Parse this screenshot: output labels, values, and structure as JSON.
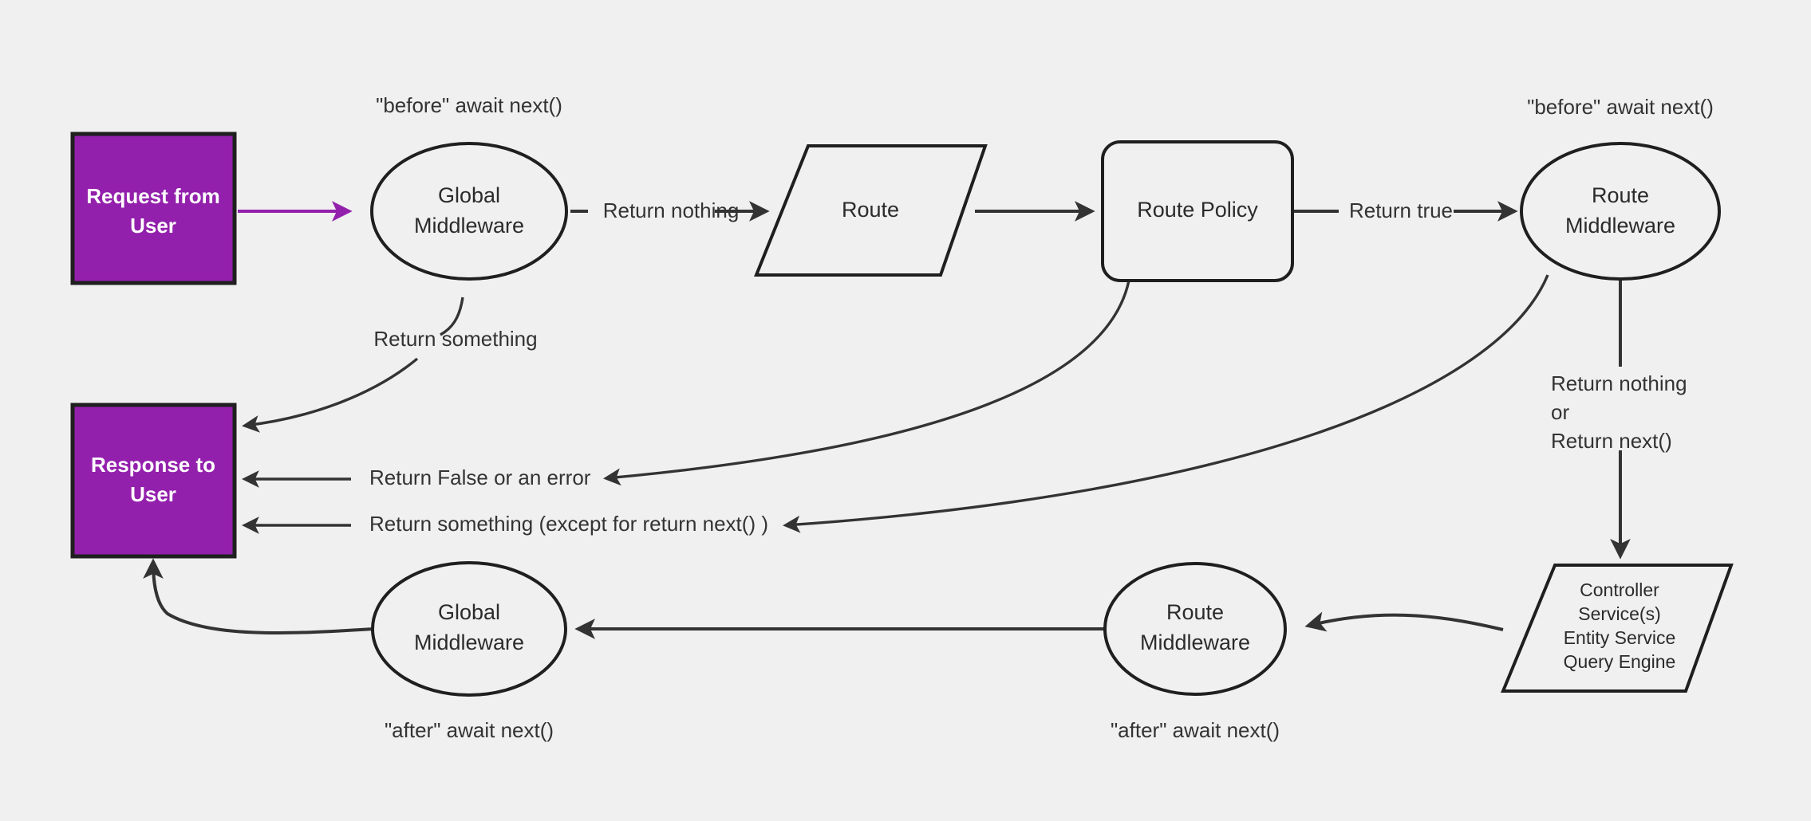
{
  "diagram": {
    "background_color": "#f0f0f0",
    "accent_color": "#9320ac",
    "line_color": "#333333",
    "text_color": "#333333",
    "nodes": {
      "request_from_user": {
        "label_line1": "Request from",
        "label_line2": "User",
        "shape": "rectangle",
        "fill": "#9320ac"
      },
      "response_to_user": {
        "label_line1": "Response to",
        "label_line2": "User",
        "shape": "rectangle",
        "fill": "#9320ac"
      },
      "global_middleware_before": {
        "label_line1": "Global",
        "label_line2": "Middleware",
        "shape": "ellipse"
      },
      "route": {
        "label": "Route",
        "shape": "parallelogram"
      },
      "route_policy": {
        "label": "Route Policy",
        "shape": "rounded-rectangle"
      },
      "route_middleware_before": {
        "label_line1": "Route",
        "label_line2": "Middleware",
        "shape": "ellipse"
      },
      "controller_services": {
        "shape": "parallelogram",
        "label_line1": "Controller",
        "label_line2": "Service(s)",
        "label_line3": "Entity Service",
        "label_line4": "Query Engine"
      },
      "route_middleware_after": {
        "label_line1": "Route",
        "label_line2": "Middleware",
        "shape": "ellipse"
      },
      "global_middleware_after": {
        "label_line1": "Global",
        "label_line2": "Middleware",
        "shape": "ellipse"
      }
    },
    "captions": {
      "global_before": "\"before\" await next()",
      "route_middleware_before": "\"before\" await next()",
      "global_after": "\"after\" await next()",
      "route_middleware_after": "\"after\" await next()"
    },
    "edge_labels": {
      "return_nothing": "Return nothing",
      "return_true": "Return true",
      "return_something": "Return something",
      "return_false_or_error": "Return False or an error",
      "return_something_except_next": "Return something (except for return next() )",
      "return_nothing_or_next_line1": "Return nothing",
      "return_nothing_or_next_line2": "or",
      "return_nothing_or_next_line3": "Return next()"
    }
  }
}
